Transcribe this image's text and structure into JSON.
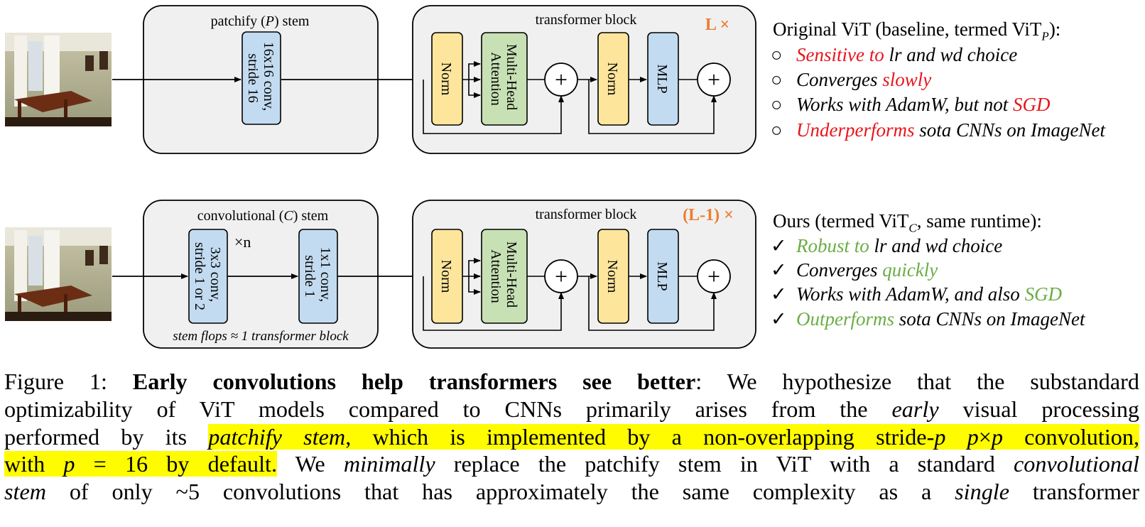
{
  "diagram": {
    "top": {
      "stem_title": "patchify (",
      "stem_title_sym": "P",
      "stem_title_end": ") stem",
      "stem_box_line1": "16x16 conv,",
      "stem_box_line2": "stride 16",
      "block_title": "transformer block",
      "repeat": "L ×",
      "norm1": "Norm",
      "attn_line1": "Multi-Head",
      "attn_line2": "Attention",
      "plus": "+",
      "norm2": "Norm",
      "mlp": "MLP"
    },
    "bottom": {
      "stem_title": "convolutional (",
      "stem_title_sym": "C",
      "stem_title_end": ") stem",
      "conv1_line1": "3x3 conv,",
      "conv1_line2": "stride 1 or 2",
      "times_n": "×n",
      "conv2_line1": "1x1 conv,",
      "conv2_line2": "stride 1",
      "stem_note": "stem flops ≈ 1 transformer block",
      "block_title": "transformer block",
      "repeat": "(L-1) ×",
      "norm1": "Norm",
      "attn_line1": "Multi-Head",
      "attn_line2": "Attention",
      "plus": "+",
      "norm2": "Norm",
      "mlp": "MLP"
    },
    "colors": {
      "norm": "#fde69c",
      "attention": "#c7e1b4",
      "conv": "#c3dbf0",
      "block_bg": "#f0f0f0",
      "orange": "#ed7d31",
      "red": "#e8141c",
      "green": "#6aad45",
      "highlight": "#fffc00"
    },
    "image_description": "piano room thumbnail"
  },
  "vit_p": {
    "header": "Original ViT (baseline, termed ViT",
    "header_sub": "P",
    "header_end": "):",
    "bullet_marker": "○",
    "b1_red": "Sensitive to",
    "b1_rest": " lr and wd choice",
    "b2_pre": "Converges ",
    "b2_red": "slowly",
    "b3_pre": "Works with AdamW, but not ",
    "b3_red": "SGD",
    "b4_red": "Underperforms",
    "b4_rest": " sota CNNs on ImageNet"
  },
  "vit_c": {
    "header": "Ours (termed ViT",
    "header_sub": "C",
    "header_end": ", same runtime):",
    "bullet_marker": "✓",
    "b1_green": "Robust to",
    "b1_rest": " lr and wd choice",
    "b2_pre": "Converges ",
    "b2_green": "quickly",
    "b3_pre": "Works with AdamW, and also ",
    "b3_green": "SGD",
    "b4_green": "Outperforms",
    "b4_rest": " sota CNNs on ImageNet"
  },
  "caption": {
    "l1_a": "Figure 1: ",
    "l1_bold": "Early convolutions help transformers see better",
    "l1_b": ": We hypothesize that the substandard",
    "l2_a": "optimizability of ViT models compared to CNNs primarily arises from the ",
    "l2_it": "early",
    "l2_b": " visual processing",
    "l3_a": "performed by its ",
    "l3_it": "patchify stem",
    "l3_b": ", which is implemented by a non-overlapping stride-",
    "l3_p1": "p",
    "l3_sp": " ",
    "l3_p2": "p",
    "l3_x": "×",
    "l3_p3": "p",
    "l3_c": " convolution,",
    "l4_a": "with ",
    "l4_p": "p",
    "l4_b": " = 16 by default.",
    "l4_c": " We ",
    "l4_it": "minimally",
    "l4_d": " replace the patchify stem in ViT with a standard ",
    "l4_it2": "convolutional",
    "l5_it": "stem",
    "l5_a": " of only ~5 convolutions that has approximately the same complexity as a ",
    "l5_it2": "single",
    "l5_b": " transformer"
  }
}
